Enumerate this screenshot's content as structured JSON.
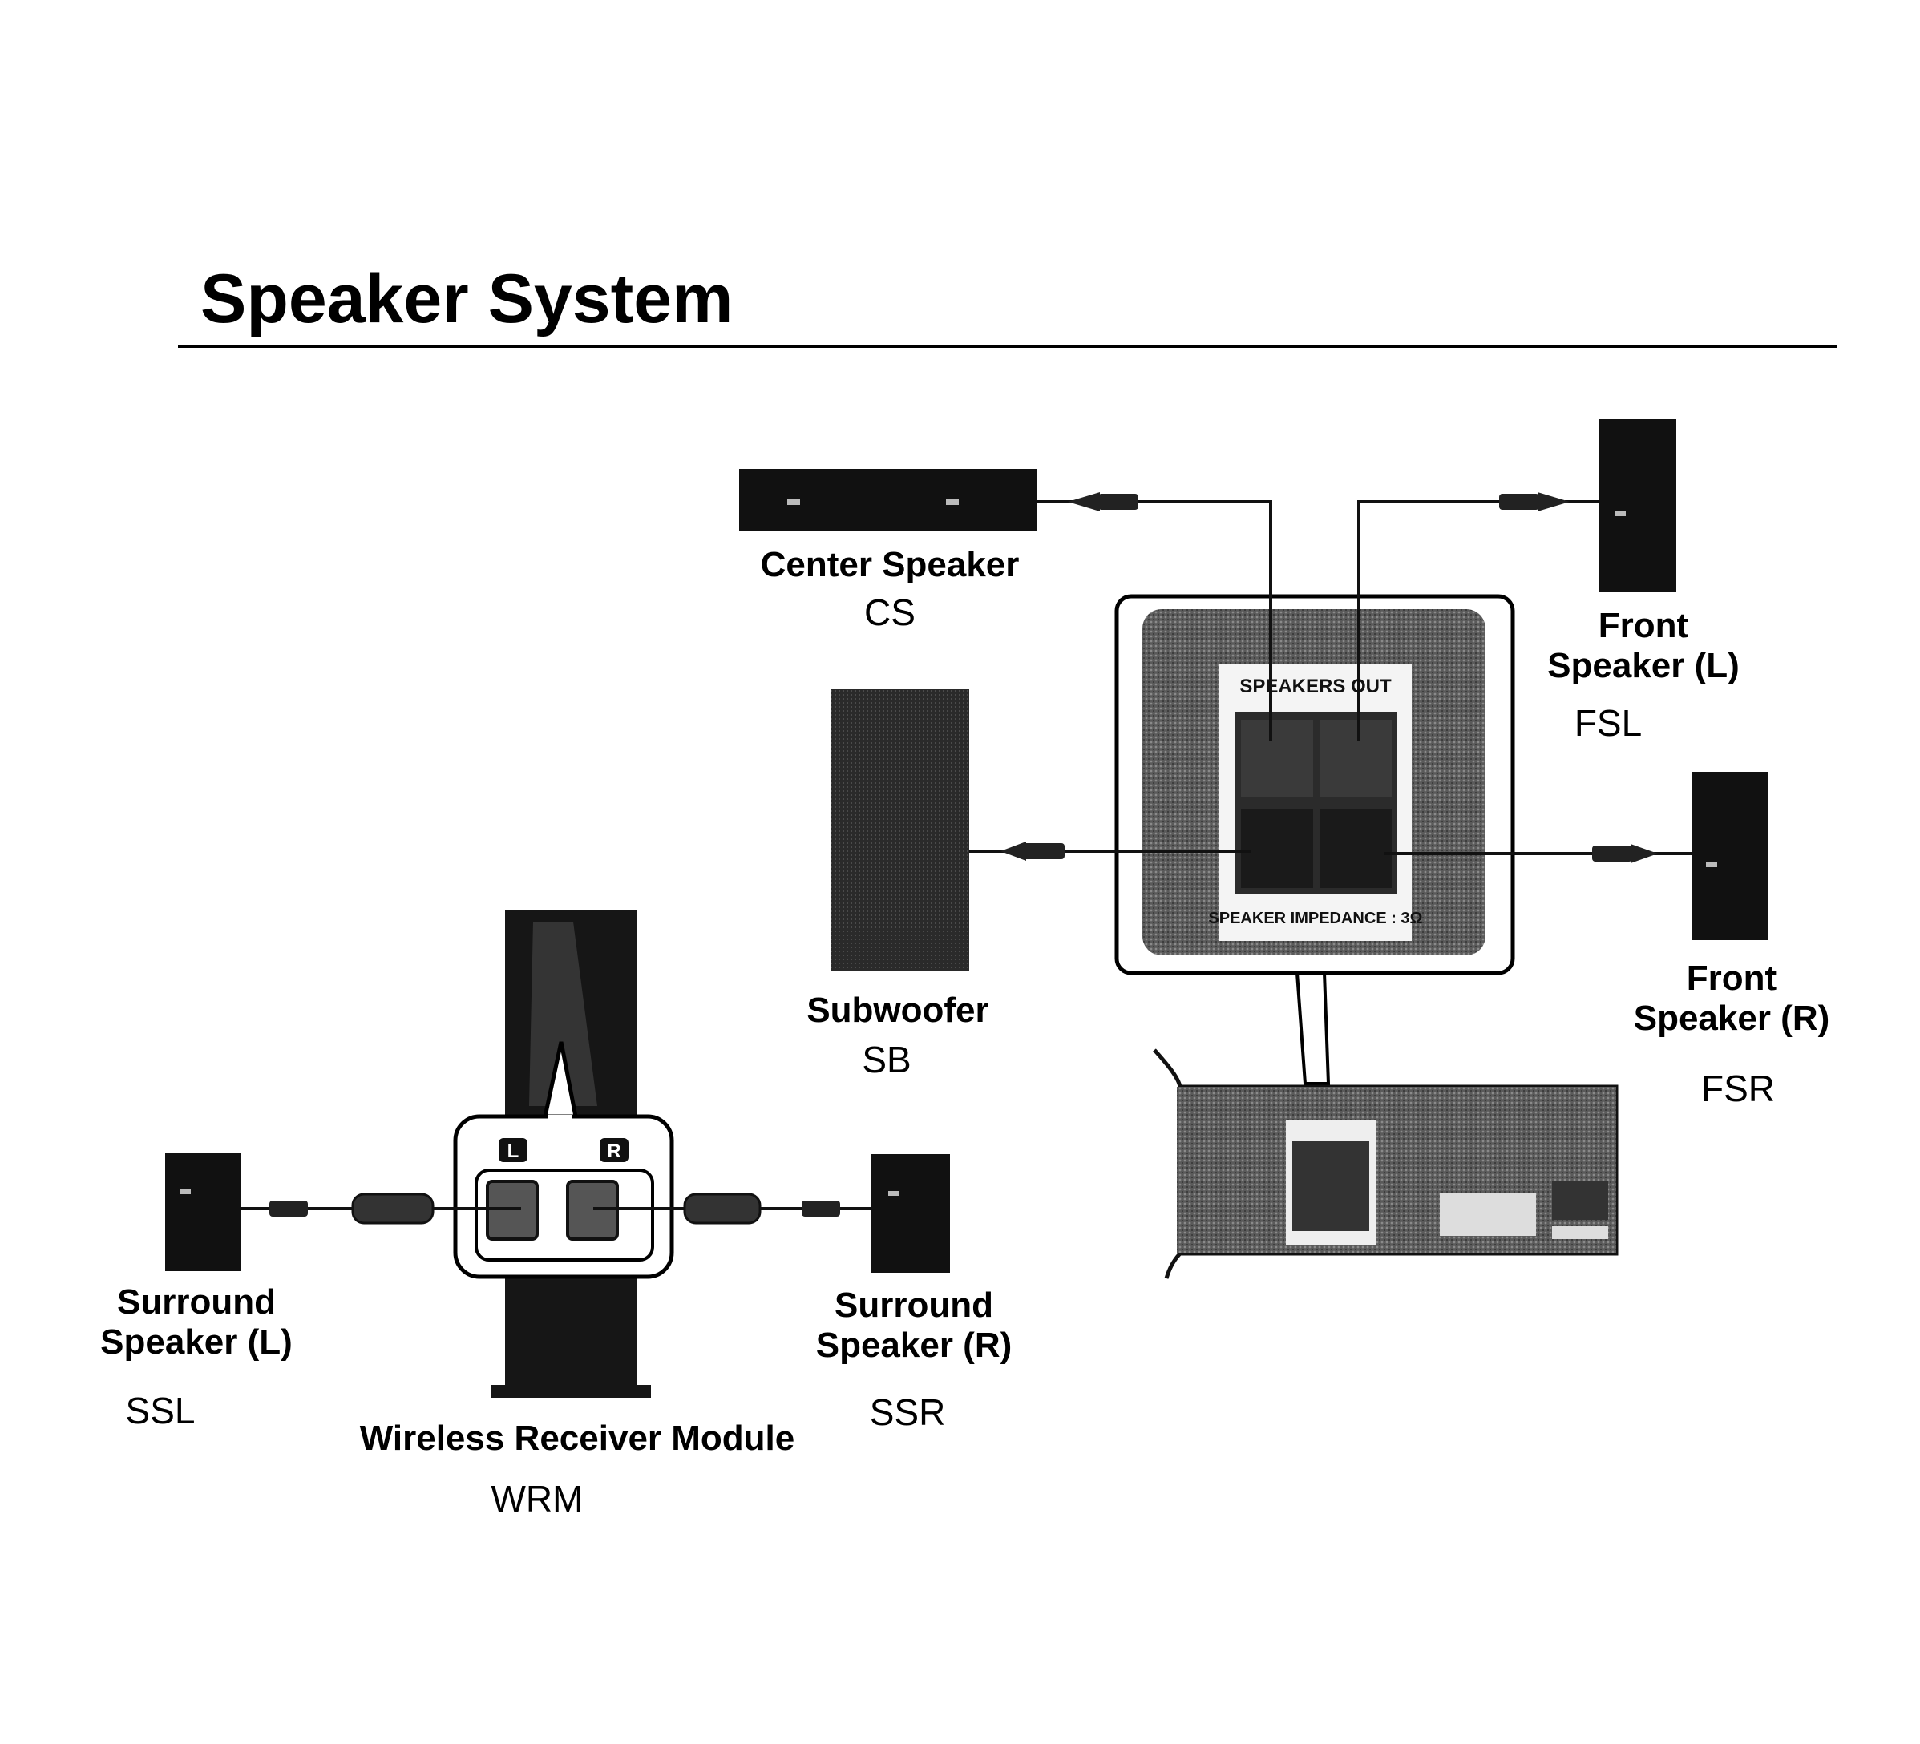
{
  "title": "Speaker System",
  "panel": {
    "speakers_out": "SPEAKERS OUT",
    "impedance": "SPEAKER IMPEDANCE : 3Ω"
  },
  "module_ports": {
    "left": "L",
    "right": "R"
  },
  "speakers": {
    "center": {
      "name": "Center Speaker",
      "code": "CS"
    },
    "front_left": {
      "name_line1": "Front",
      "name_line2": "Speaker (L)",
      "code": "FSL"
    },
    "front_right": {
      "name_line1": "Front",
      "name_line2": "Speaker (R)",
      "code": "FSR"
    },
    "subwoofer": {
      "name": "Subwoofer",
      "code": "SB"
    },
    "surround_left": {
      "name_line1": "Surround",
      "name_line2": "Speaker (L)",
      "code": "SSL"
    },
    "surround_right": {
      "name_line1": "Surround",
      "name_line2": "Speaker (R)",
      "code": "SSR"
    },
    "wireless_module": {
      "name": "Wireless Receiver Module",
      "code": "WRM"
    }
  }
}
